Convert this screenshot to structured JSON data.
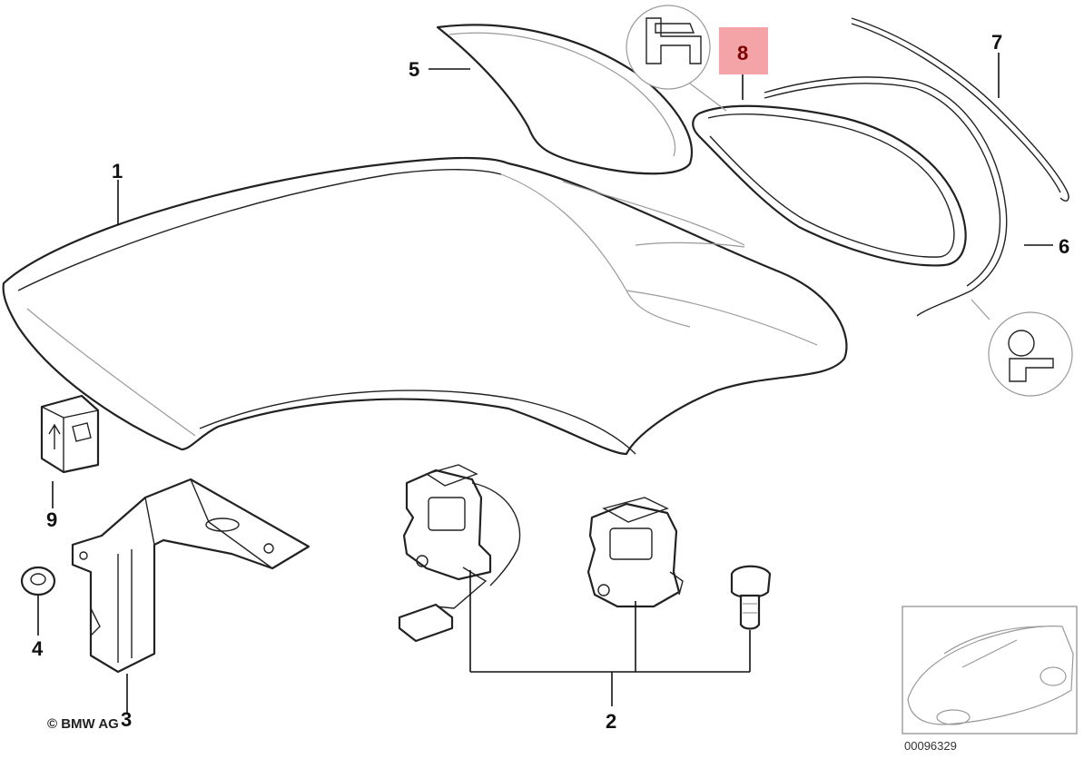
{
  "callouts": {
    "c1": "1",
    "c2": "2",
    "c3": "3",
    "c4": "4",
    "c5": "5",
    "c6": "6",
    "c7": "7",
    "c8": "8",
    "c9": "9"
  },
  "highlight_color": "#f4a3a6",
  "copyright": "© BMW AG",
  "reference_number": "00096329"
}
